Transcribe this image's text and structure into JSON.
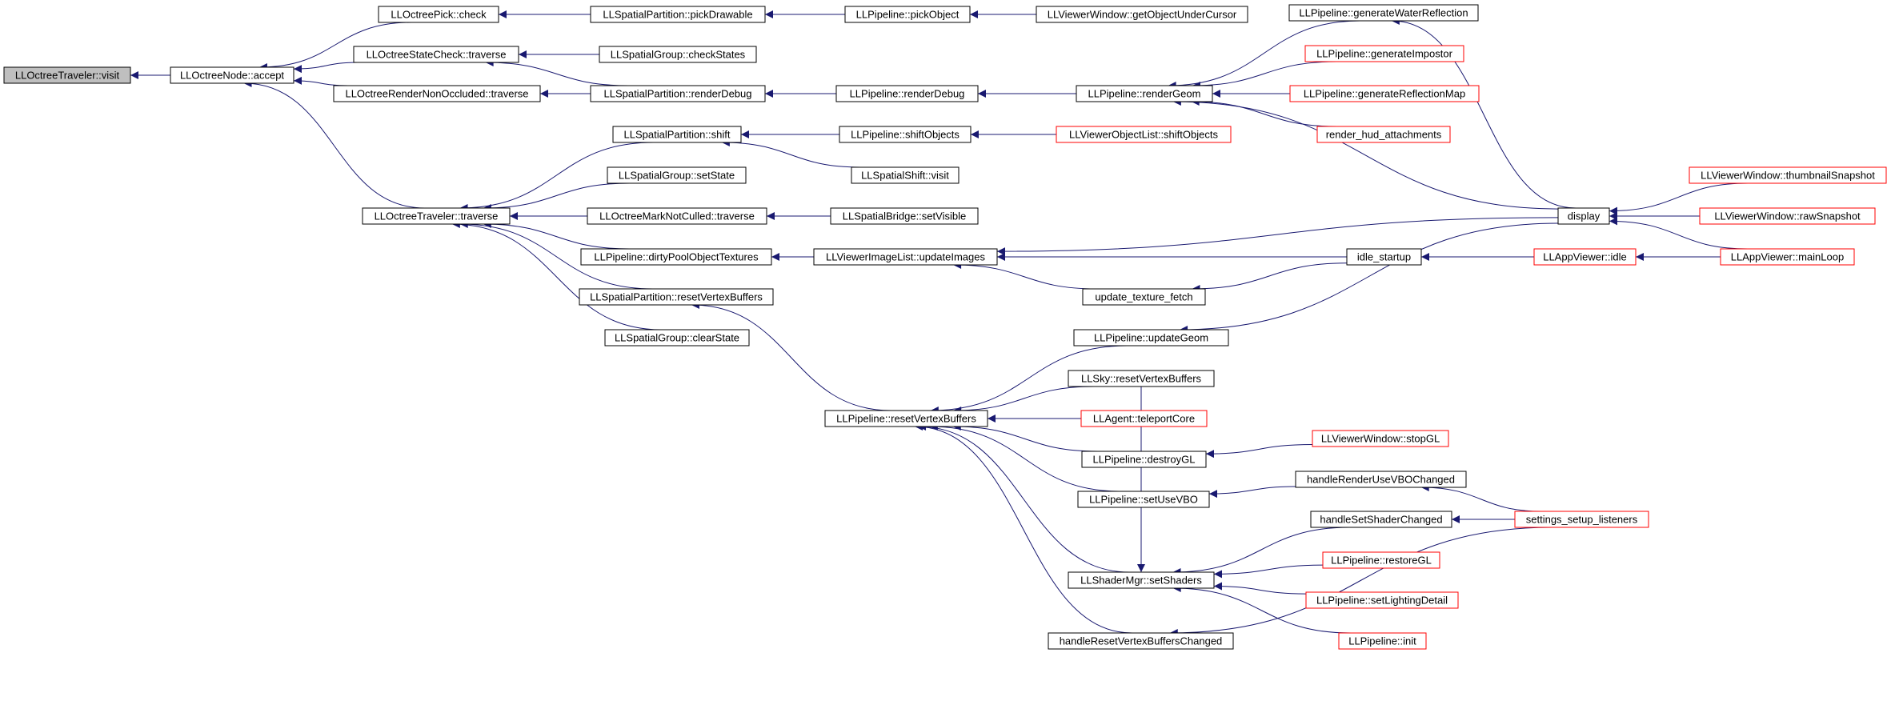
{
  "style": {
    "edge_color": "#191970",
    "node_border_black": "#000000",
    "node_border_red": "#ff0000",
    "root_fill": "#bfbfbf",
    "node_fill": "#ffffff"
  },
  "nodes": [
    {
      "id": "n0",
      "label": "LLOctreeTraveler::visit",
      "kind": "root"
    },
    {
      "id": "n1",
      "label": "LLOctreeNode::accept",
      "kind": "black"
    },
    {
      "id": "n2",
      "label": "LLOctreePick::check",
      "kind": "black"
    },
    {
      "id": "n3",
      "label": "LLOctreeStateCheck::traverse",
      "kind": "black"
    },
    {
      "id": "n4",
      "label": "LLOctreeRenderNonOccluded::traverse",
      "kind": "black"
    },
    {
      "id": "n5",
      "label": "LLOctreeTraveler::traverse",
      "kind": "black"
    },
    {
      "id": "n6",
      "label": "LLSpatialPartition::pickDrawable",
      "kind": "black"
    },
    {
      "id": "n7",
      "label": "LLSpatialGroup::checkStates",
      "kind": "black"
    },
    {
      "id": "n8",
      "label": "LLSpatialPartition::renderDebug",
      "kind": "black"
    },
    {
      "id": "n9",
      "label": "LLPipeline::pickObject",
      "kind": "black"
    },
    {
      "id": "n10",
      "label": "LLViewerWindow::getObjectUnderCursor",
      "kind": "black"
    },
    {
      "id": "n11",
      "label": "LLPipeline::renderDebug",
      "kind": "black"
    },
    {
      "id": "n12",
      "label": "LLPipeline::renderGeom",
      "kind": "black"
    },
    {
      "id": "n13",
      "label": "LLPipeline::generateWaterReflection",
      "kind": "black"
    },
    {
      "id": "n14",
      "label": "LLPipeline::generateImpostor",
      "kind": "red"
    },
    {
      "id": "n15",
      "label": "LLPipeline::generateReflectionMap",
      "kind": "red"
    },
    {
      "id": "n16",
      "label": "render_hud_attachments",
      "kind": "red"
    },
    {
      "id": "n17",
      "label": "LLSpatialPartition::shift",
      "kind": "black"
    },
    {
      "id": "n18",
      "label": "LLSpatialGroup::setState",
      "kind": "black"
    },
    {
      "id": "n19",
      "label": "LLOctreeMarkNotCulled::traverse",
      "kind": "black"
    },
    {
      "id": "n20",
      "label": "LLPipeline::dirtyPoolObjectTextures",
      "kind": "black"
    },
    {
      "id": "n21",
      "label": "LLSpatialPartition::resetVertexBuffers",
      "kind": "black"
    },
    {
      "id": "n22",
      "label": "LLSpatialGroup::clearState",
      "kind": "black"
    },
    {
      "id": "n23",
      "label": "LLPipeline::shiftObjects",
      "kind": "black"
    },
    {
      "id": "n24",
      "label": "LLSpatialShift::visit",
      "kind": "black"
    },
    {
      "id": "n25",
      "label": "LLViewerObjectList::shiftObjects",
      "kind": "red"
    },
    {
      "id": "n26",
      "label": "LLSpatialBridge::setVisible",
      "kind": "black"
    },
    {
      "id": "n27",
      "label": "LLViewerImageList::updateImages",
      "kind": "black"
    },
    {
      "id": "n28",
      "label": "idle_startup",
      "kind": "black"
    },
    {
      "id": "n29",
      "label": "update_texture_fetch",
      "kind": "black"
    },
    {
      "id": "n30",
      "label": "display",
      "kind": "black"
    },
    {
      "id": "n31",
      "label": "LLViewerWindow::thumbnailSnapshot",
      "kind": "red"
    },
    {
      "id": "n32",
      "label": "LLViewerWindow::rawSnapshot",
      "kind": "red"
    },
    {
      "id": "n33",
      "label": "LLAppViewer::idle",
      "kind": "red"
    },
    {
      "id": "n34",
      "label": "LLAppViewer::mainLoop",
      "kind": "red"
    },
    {
      "id": "n35",
      "label": "LLPipeline::updateGeom",
      "kind": "black"
    },
    {
      "id": "n36",
      "label": "LLPipeline::resetVertexBuffers",
      "kind": "black"
    },
    {
      "id": "n37",
      "label": "LLSky::resetVertexBuffers",
      "kind": "black"
    },
    {
      "id": "n38",
      "label": "LLAgent::teleportCore",
      "kind": "red"
    },
    {
      "id": "n39",
      "label": "LLPipeline::destroyGL",
      "kind": "black"
    },
    {
      "id": "n40",
      "label": "LLViewerWindow::stopGL",
      "kind": "red"
    },
    {
      "id": "n41",
      "label": "LLPipeline::setUseVBO",
      "kind": "black"
    },
    {
      "id": "n42",
      "label": "handleRenderUseVBOChanged",
      "kind": "black"
    },
    {
      "id": "n43",
      "label": "handleSetShaderChanged",
      "kind": "black"
    },
    {
      "id": "n44",
      "label": "settings_setup_listeners",
      "kind": "red"
    },
    {
      "id": "n45",
      "label": "LLShaderMgr::setShaders",
      "kind": "black"
    },
    {
      "id": "n46",
      "label": "LLPipeline::restoreGL",
      "kind": "red"
    },
    {
      "id": "n47",
      "label": "LLPipeline::setLightingDetail",
      "kind": "red"
    },
    {
      "id": "n48",
      "label": "LLPipeline::init",
      "kind": "red"
    },
    {
      "id": "n49",
      "label": "handleResetVertexBuffersChanged",
      "kind": "black"
    }
  ],
  "edges": [
    [
      "n1",
      "n0"
    ],
    [
      "n2",
      "n1"
    ],
    [
      "n3",
      "n1"
    ],
    [
      "n4",
      "n1"
    ],
    [
      "n5",
      "n1"
    ],
    [
      "n6",
      "n2"
    ],
    [
      "n7",
      "n3"
    ],
    [
      "n8",
      "n3"
    ],
    [
      "n8",
      "n4"
    ],
    [
      "n9",
      "n6"
    ],
    [
      "n10",
      "n9"
    ],
    [
      "n11",
      "n8"
    ],
    [
      "n12",
      "n11"
    ],
    [
      "n13",
      "n12"
    ],
    [
      "n14",
      "n12"
    ],
    [
      "n15",
      "n12"
    ],
    [
      "n16",
      "n12"
    ],
    [
      "n30",
      "n12"
    ],
    [
      "n30",
      "n13"
    ],
    [
      "n17",
      "n5"
    ],
    [
      "n18",
      "n5"
    ],
    [
      "n19",
      "n5"
    ],
    [
      "n20",
      "n5"
    ],
    [
      "n21",
      "n5"
    ],
    [
      "n22",
      "n5"
    ],
    [
      "n23",
      "n17"
    ],
    [
      "n24",
      "n17"
    ],
    [
      "n25",
      "n23"
    ],
    [
      "n26",
      "n19"
    ],
    [
      "n27",
      "n20"
    ],
    [
      "n30",
      "n27"
    ],
    [
      "n28",
      "n27"
    ],
    [
      "n29",
      "n27"
    ],
    [
      "n28",
      "n29"
    ],
    [
      "n33",
      "n28"
    ],
    [
      "n31",
      "n30"
    ],
    [
      "n32",
      "n30"
    ],
    [
      "n34",
      "n30"
    ],
    [
      "n34",
      "n33"
    ],
    [
      "n30",
      "n35"
    ],
    [
      "n36",
      "n21"
    ],
    [
      "n35",
      "n36"
    ],
    [
      "n37",
      "n36"
    ],
    [
      "n38",
      "n36"
    ],
    [
      "n39",
      "n36"
    ],
    [
      "n41",
      "n36"
    ],
    [
      "n45",
      "n36"
    ],
    [
      "n49",
      "n36"
    ],
    [
      "n40",
      "n39"
    ],
    [
      "n42",
      "n41"
    ],
    [
      "n44",
      "n42"
    ],
    [
      "n43",
      "n45"
    ],
    [
      "n46",
      "n45"
    ],
    [
      "n47",
      "n45"
    ],
    [
      "n48",
      "n45"
    ],
    [
      "n44",
      "n43"
    ],
    [
      "n44",
      "n49"
    ],
    [
      "n37",
      "n45"
    ]
  ]
}
